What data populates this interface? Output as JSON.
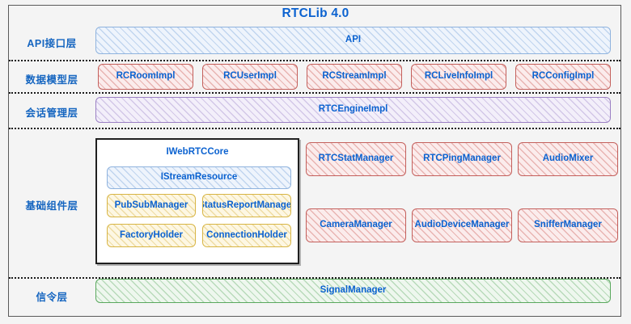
{
  "diagram": {
    "title": "RTCLib 4.0",
    "accent_color": "#0b62d0",
    "background": "#f4f4f4"
  },
  "layers": [
    {
      "id": "api",
      "label": "API接口层"
    },
    {
      "id": "model",
      "label": "数据模型层"
    },
    {
      "id": "session",
      "label": "会话管理层"
    },
    {
      "id": "component",
      "label": "基础组件层"
    },
    {
      "id": "signal",
      "label": "信令层"
    }
  ],
  "api_layer": {
    "nodes": [
      {
        "label": "API",
        "color": "blue"
      }
    ]
  },
  "model_layer": {
    "nodes": [
      {
        "label": "RCRoomImpl",
        "color": "red"
      },
      {
        "label": "RCUserImpl",
        "color": "red"
      },
      {
        "label": "RCStreamImpl",
        "color": "red"
      },
      {
        "label": "RCLiveInfoImpl",
        "color": "red"
      },
      {
        "label": "RCConfigImpl",
        "color": "red"
      }
    ]
  },
  "session_layer": {
    "nodes": [
      {
        "label": "RTCEngineImpl",
        "color": "purple"
      }
    ]
  },
  "component_layer": {
    "core_group": {
      "title": "IWebRTCCore",
      "stream_resource": {
        "label": "IStreamResource",
        "color": "blue"
      },
      "nodes": [
        {
          "label": "PubSubManager",
          "color": "yellow"
        },
        {
          "label": "StatusReportManager",
          "color": "yellow"
        },
        {
          "label": "FactoryHolder",
          "color": "yellow"
        },
        {
          "label": "ConnectionHolder",
          "color": "yellow"
        }
      ]
    },
    "managers": [
      {
        "label": "RTCStatManager",
        "color": "red"
      },
      {
        "label": "RTCPingManager",
        "color": "red"
      },
      {
        "label": "AudioMixer",
        "color": "red"
      },
      {
        "label": "CameraManager",
        "color": "red"
      },
      {
        "label": "AudioDeviceManager",
        "color": "red"
      },
      {
        "label": "SnifferManager",
        "color": "red"
      }
    ]
  },
  "signal_layer": {
    "nodes": [
      {
        "label": "SignalManager",
        "color": "green"
      }
    ]
  }
}
